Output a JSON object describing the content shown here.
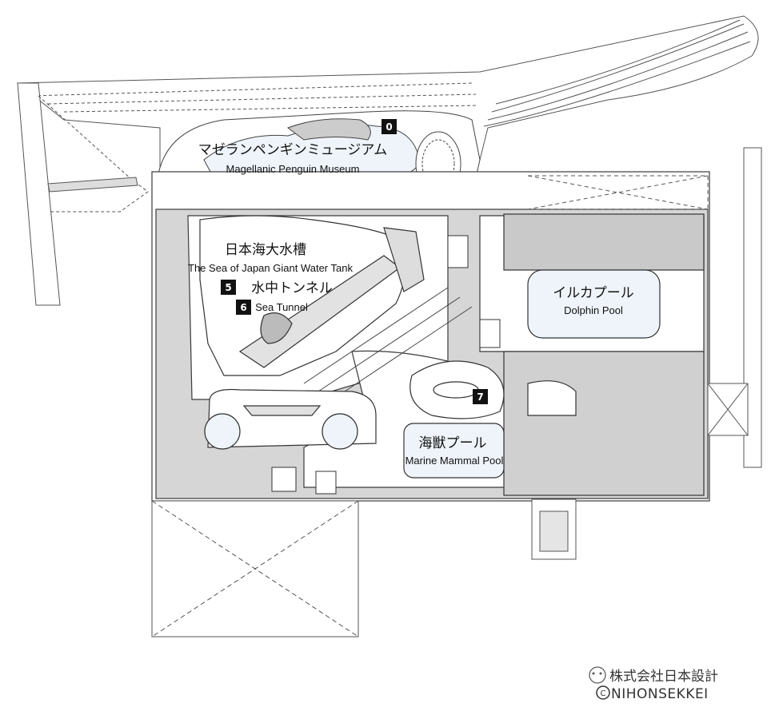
{
  "labels": {
    "penguin": {
      "jp": "マゼランペンギンミュージアム",
      "en": "Magellanic Penguin Museum",
      "number": "0"
    },
    "giant_tank": {
      "jp": "日本海大水槽",
      "en": "The Sea of Japan Giant Water Tank"
    },
    "tunnel_jp": {
      "jp": "水中トンネル",
      "number": "5"
    },
    "tunnel_en": {
      "en": "Sea Tunnel",
      "number": "6"
    },
    "dolphin": {
      "jp": "イルカプール",
      "en": "Dolphin Pool"
    },
    "seven": {
      "number": "7"
    },
    "marine": {
      "jp": "海獣プール",
      "en": "Marine Mammal Pool"
    }
  },
  "watermark": {
    "jp": "株式会社日本設計",
    "en": "NIHONSEKKEI"
  },
  "colors": {
    "floor": "#d6d6d6",
    "line": "#3a3a3a",
    "pool": "#eef4fa",
    "background": "#ffffff"
  }
}
